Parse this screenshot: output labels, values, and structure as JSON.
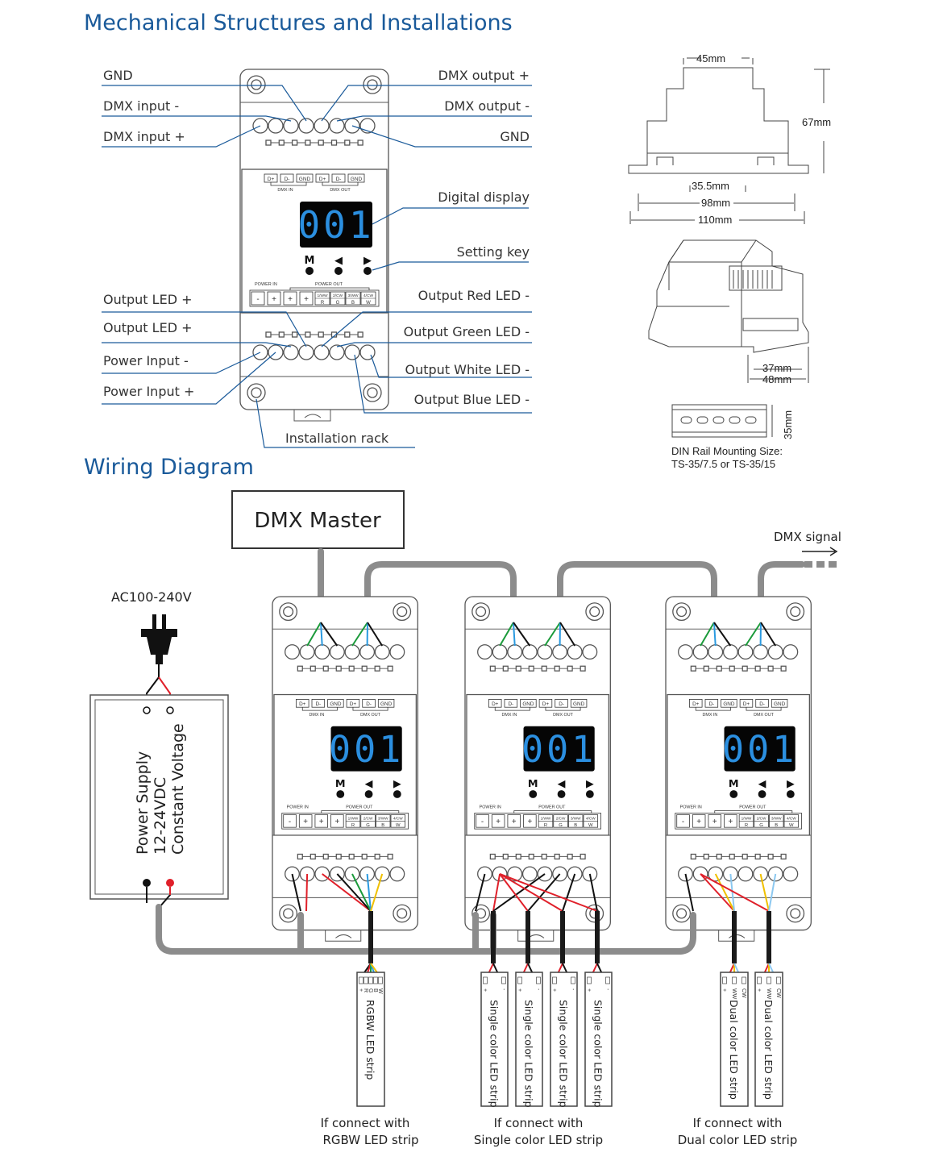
{
  "headings": {
    "mechanical": "Mechanical Structures and Installations",
    "wiring": "Wiring Diagram"
  },
  "left_labels": [
    "GND",
    "DMX input -",
    "DMX input +",
    "Output LED +",
    "Output LED +",
    "Power Input -",
    "Power Input +"
  ],
  "right_labels": [
    "DMX output +",
    "DMX output -",
    "GND",
    "Digital display",
    "Setting key",
    "Output Red LED -",
    "Output Green LED -",
    "Output White LED -",
    "Output Blue LED -"
  ],
  "installation_rack": "Installation rack",
  "device_panel": {
    "dmx_terms": [
      "D+",
      "D-",
      "GND",
      "D+",
      "D-",
      "GND"
    ],
    "dmx_in": "DMX IN",
    "dmx_out": "DMX OUT",
    "display_value": "001",
    "keys": [
      "M",
      "◀",
      "▶"
    ],
    "power_in": "POWER IN",
    "power_out": "POWER OUT",
    "power_terms": [
      "-",
      "+",
      "+",
      "+"
    ],
    "channel_top": [
      "1/WW",
      "2/CW",
      "3/WW",
      "4/CW"
    ],
    "channel_bottom": [
      "R",
      "G",
      "B",
      "W"
    ],
    "display_color": "#2b8fe0"
  },
  "dimensions": {
    "width_top": "45mm",
    "height": "67mm",
    "d35_5": "35.5mm",
    "d98": "98mm",
    "d110": "110mm",
    "d37": "37mm",
    "d48": "48mm",
    "rail_height": "35mm",
    "rail_caption_1": "DIN Rail Mounting Size:",
    "rail_caption_2": "TS-35/7.5 or TS-35/15"
  },
  "wiring": {
    "master": "DMX Master",
    "dmx_signal": "DMX signal",
    "ac_input": "AC100-240V",
    "power_supply": [
      "Power Supply",
      "12-24VDC",
      "Constant Voltage"
    ],
    "strip_rgbw": "RGBW LED strip",
    "strip_rgbw_pins": [
      "+",
      "R",
      "G",
      "B",
      "W"
    ],
    "strip_single": "Single color LED strip",
    "strip_single_pins": [
      "+",
      "-"
    ],
    "strip_dual": "Dual color LED strip",
    "strip_dual_pins": [
      "+",
      "WW",
      "CW"
    ],
    "captions": [
      {
        "line1": "If connect with",
        "line2": "RGBW LED strip"
      },
      {
        "line1": "If connect with",
        "line2": "Single color LED strip"
      },
      {
        "line1": "If connect with",
        "line2": "Dual color LED strip"
      }
    ],
    "wire_colors": {
      "red": "#e0202a",
      "green": "#1a9a3a",
      "blue": "#2a9ae0",
      "yellow": "#f0c000",
      "lightblue": "#8cc8f0",
      "black": "#111111",
      "cable": "#8c8c8c"
    }
  }
}
